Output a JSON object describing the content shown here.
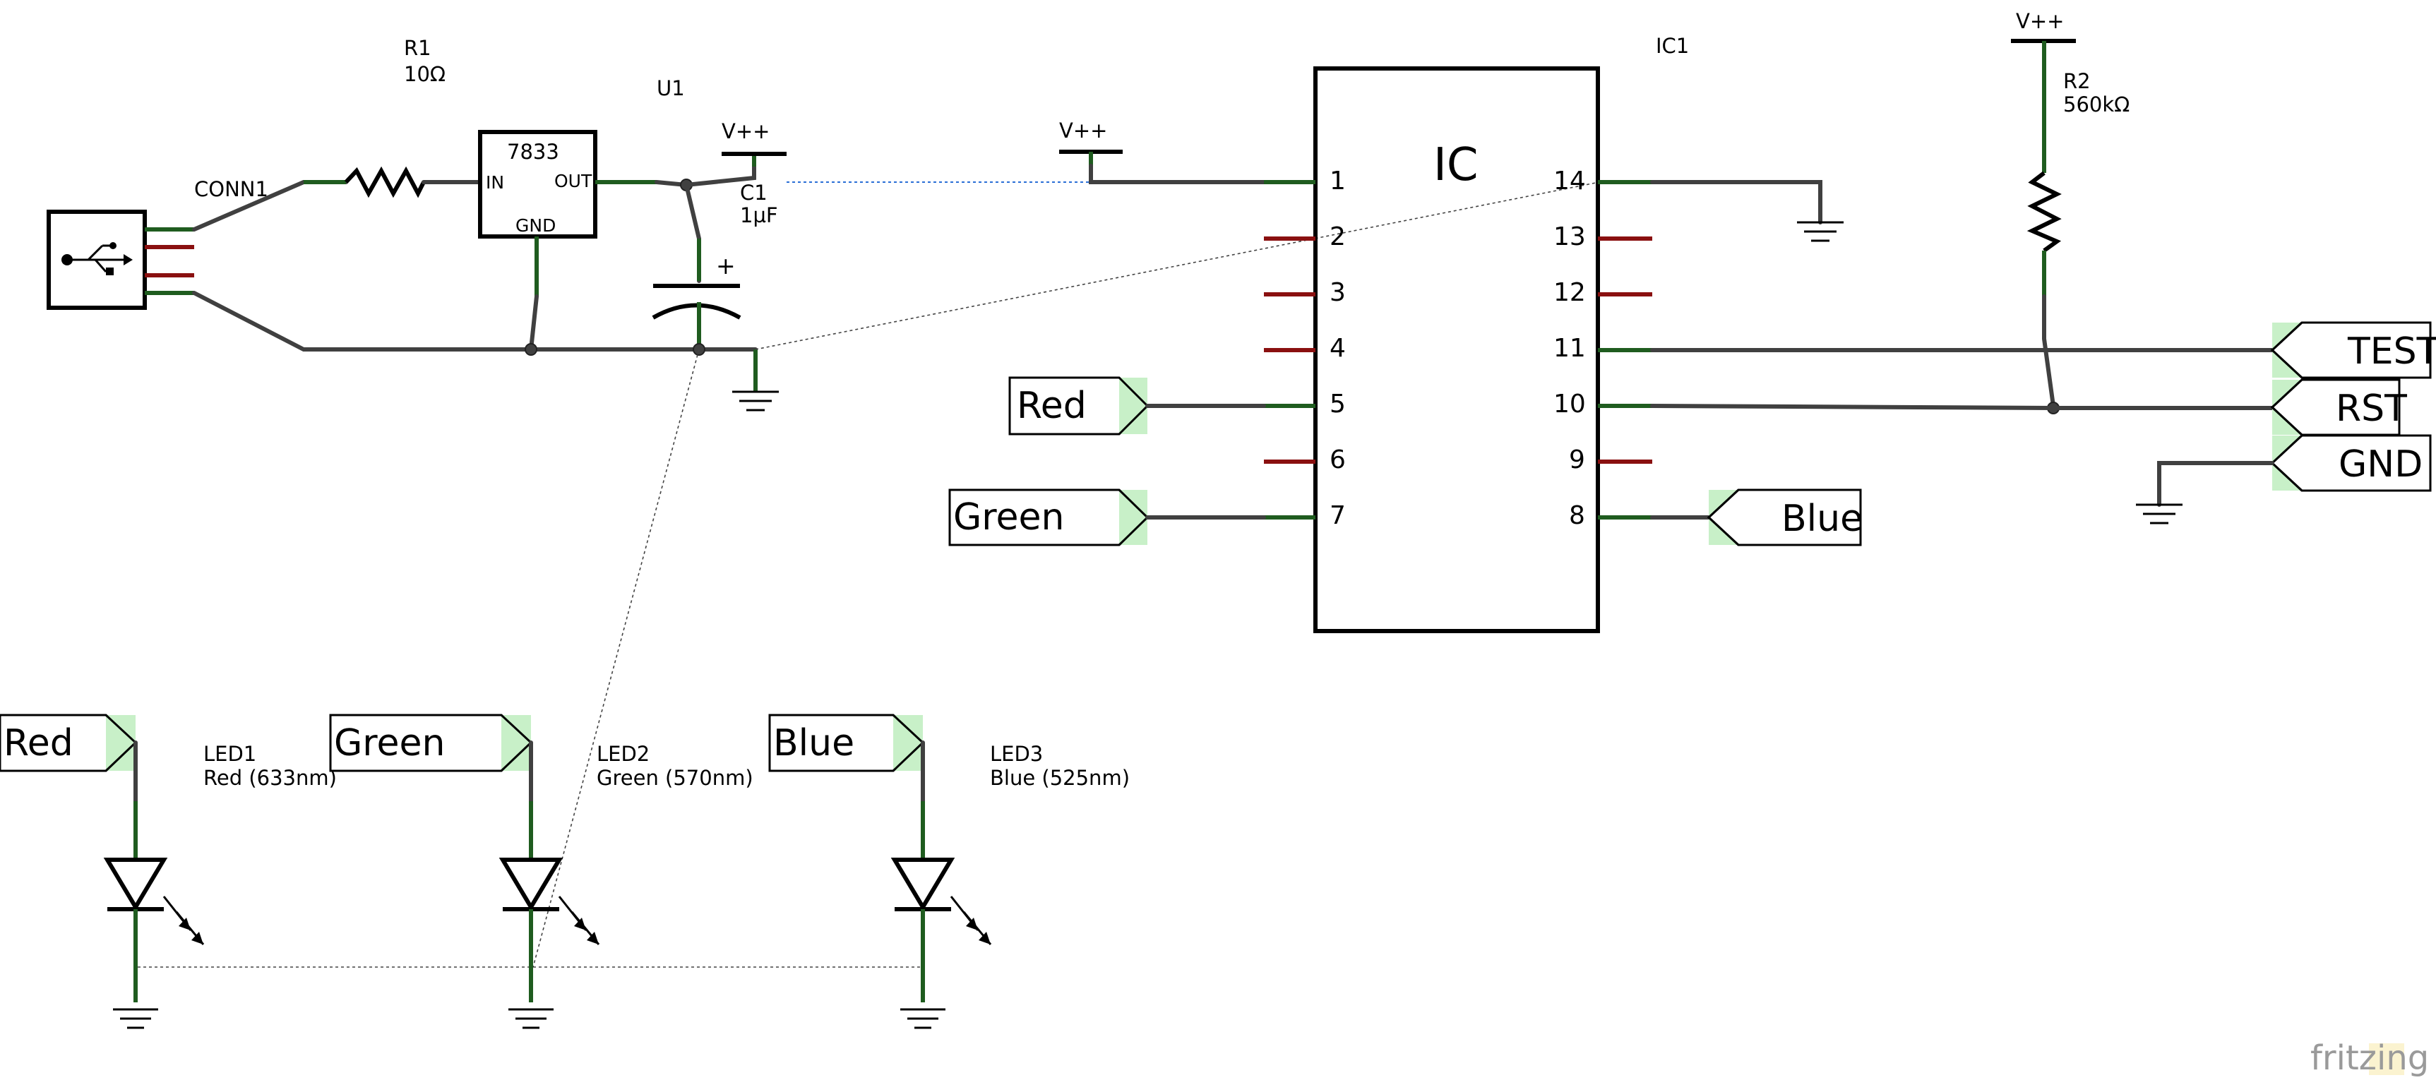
{
  "schematic": {
    "connector": {
      "ref": "CONN1",
      "icon": "usb-icon"
    },
    "resistor_r1": {
      "ref": "R1",
      "value": "10Ω"
    },
    "regulator": {
      "ref": "U1",
      "part": "7833",
      "pin_in": "IN",
      "pin_out": "OUT",
      "pin_gnd": "GND"
    },
    "capacitor": {
      "ref": "C1",
      "value": "1µF",
      "polarity": "+"
    },
    "supply_labels": {
      "reg": "V++",
      "ic": "V++",
      "r2": "V++"
    },
    "ic": {
      "ref": "IC1",
      "title": "IC",
      "left_pins": [
        "1",
        "2",
        "3",
        "4",
        "5",
        "6",
        "7"
      ],
      "right_pins": [
        "14",
        "13",
        "12",
        "11",
        "10",
        "9",
        "8"
      ]
    },
    "resistor_r2": {
      "ref": "R2",
      "value": "560kΩ"
    },
    "net_labels": {
      "ic_pin5": "Red",
      "ic_pin7": "Green",
      "ic_pin8": "Blue",
      "test": "TEST",
      "rst": "RST",
      "gnd": "GND"
    },
    "leds": [
      {
        "net": "Red",
        "ref": "LED1",
        "value": "Red (633nm)"
      },
      {
        "net": "Green",
        "ref": "LED2",
        "value": "Green (570nm)"
      },
      {
        "net": "Blue",
        "ref": "LED3",
        "value": "Blue (525nm)"
      }
    ]
  },
  "watermark": {
    "text": "fritzing"
  },
  "colors": {
    "wire": "#404040",
    "pin_connected": "#1f5c1f",
    "pin_unconnected": "#8a1010",
    "net_label_tip": "#c8f0c8",
    "ratsnest_power": "#2a6fd6"
  }
}
